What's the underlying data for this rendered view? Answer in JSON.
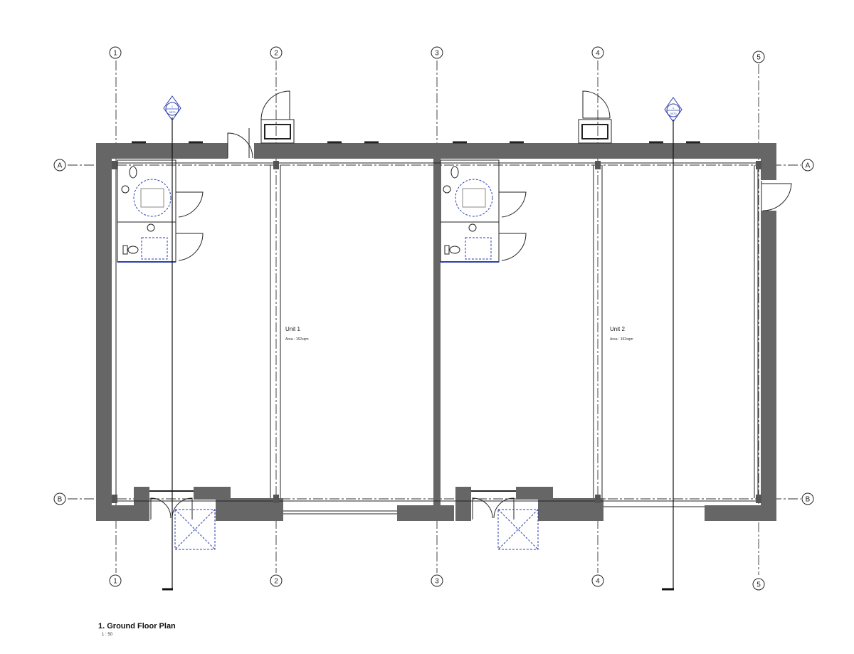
{
  "drawing": {
    "grid_columns": [
      "1",
      "2",
      "3",
      "4",
      "5"
    ],
    "grid_rows": [
      "A",
      "B"
    ],
    "units": [
      {
        "name": "Unit 1",
        "area": "Area : 152sqm"
      },
      {
        "name": "Unit 2",
        "area": "Area : 152sqm"
      }
    ],
    "section_markers": [
      {
        "number": "1",
        "sheet": "3070"
      },
      {
        "number": "1",
        "sheet": "3070"
      }
    ],
    "title": "1.  Ground Floor Plan",
    "scale": "1 : 50"
  },
  "colors": {
    "wall": "#666666",
    "line": "#222222",
    "annotation_blue": "#2b3fb0"
  }
}
